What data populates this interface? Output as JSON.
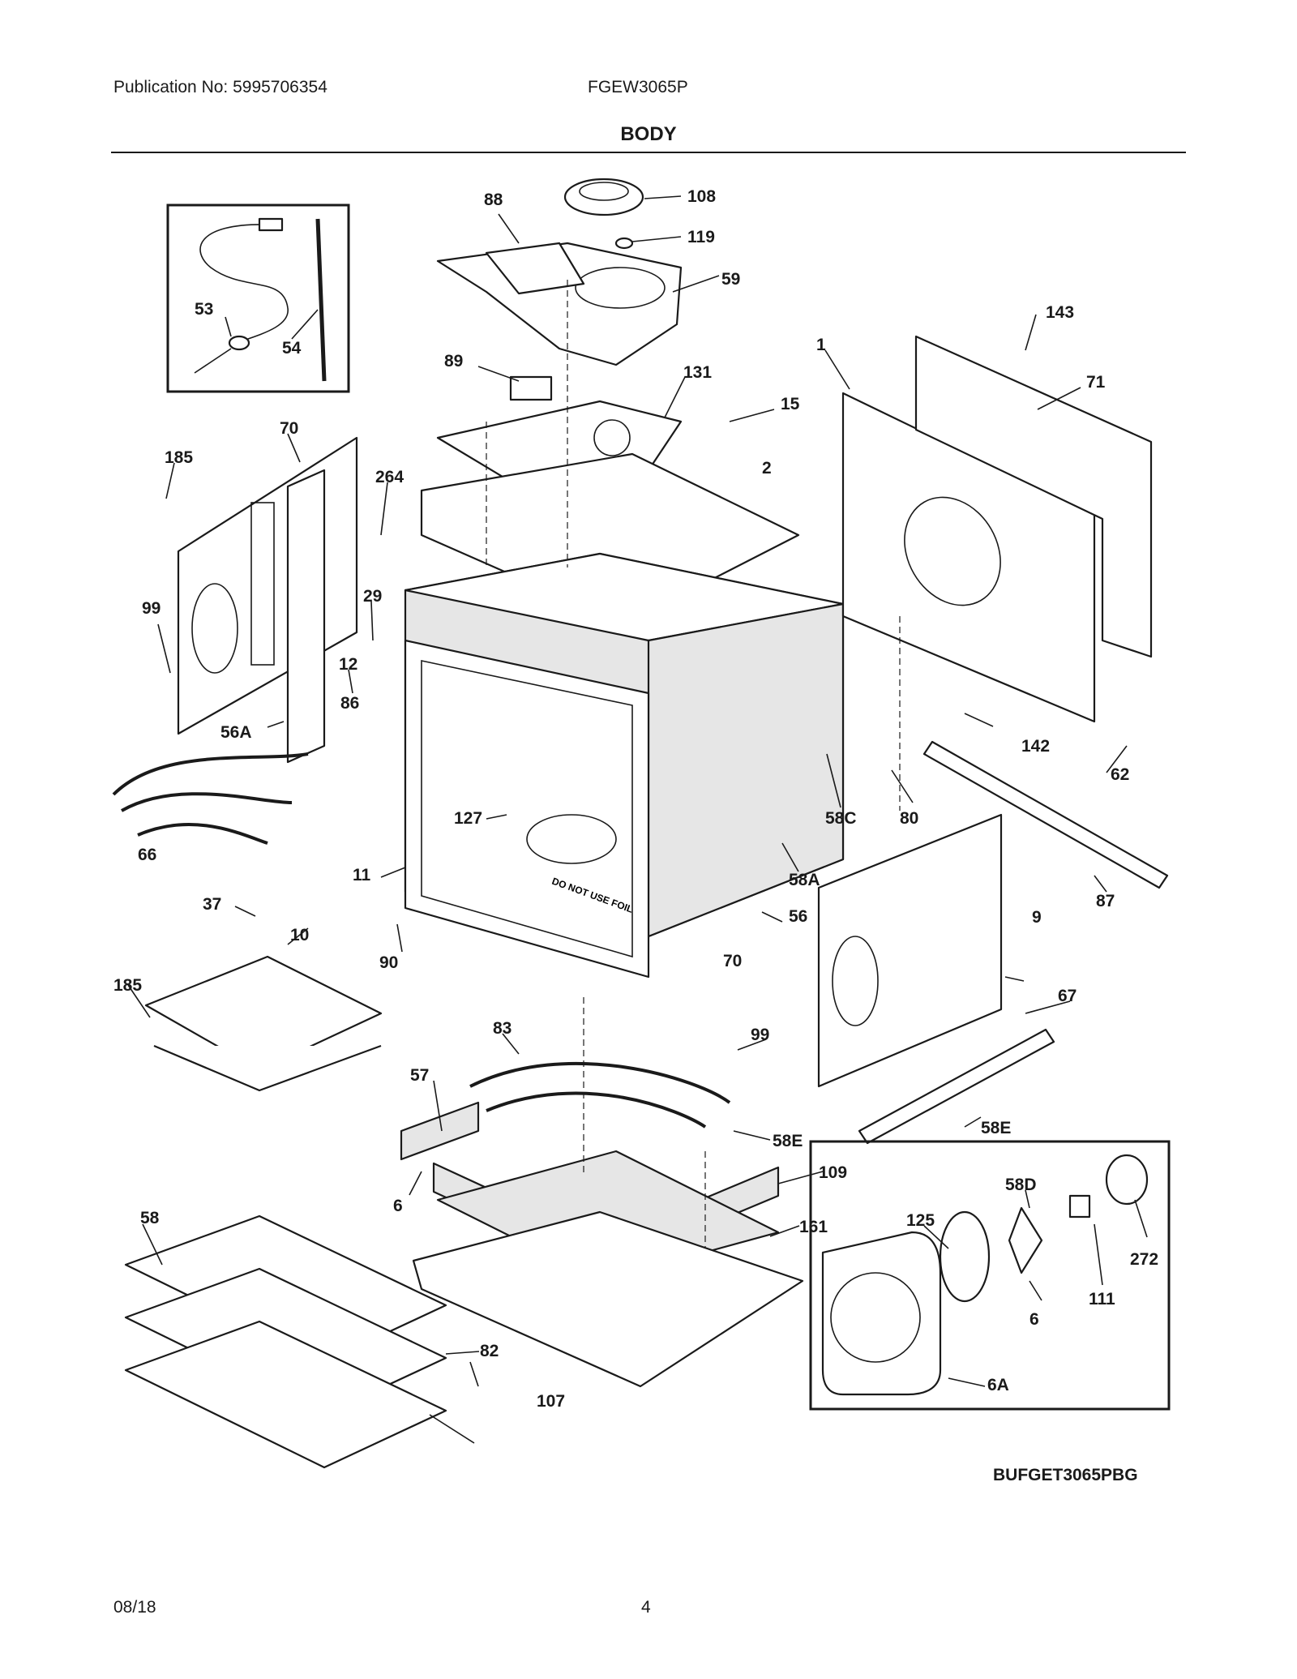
{
  "header": {
    "publication": "Publication No: 5995706354",
    "model": "FGEW3065P"
  },
  "title": "BODY",
  "diagram_code": "BUFGET3065PBG",
  "footer": {
    "date": "08/18",
    "page": "4"
  },
  "embossed_text": "DO NOT USE FOIL",
  "part_labels": [
    "53",
    "54",
    "88",
    "108",
    "119",
    "59",
    "143",
    "1",
    "71",
    "89",
    "131",
    "15",
    "70",
    "185",
    "264",
    "2",
    "29",
    "99",
    "12",
    "86",
    "56A",
    "62",
    "142",
    "66",
    "127",
    "58C",
    "80",
    "37",
    "11",
    "58A",
    "87",
    "10",
    "90",
    "56",
    "70",
    "9",
    "185",
    "67",
    "83",
    "99",
    "58E",
    "57",
    "58E",
    "109",
    "58D",
    "6",
    "58",
    "161",
    "125",
    "272",
    "111",
    "6",
    "82",
    "107",
    "6A"
  ]
}
